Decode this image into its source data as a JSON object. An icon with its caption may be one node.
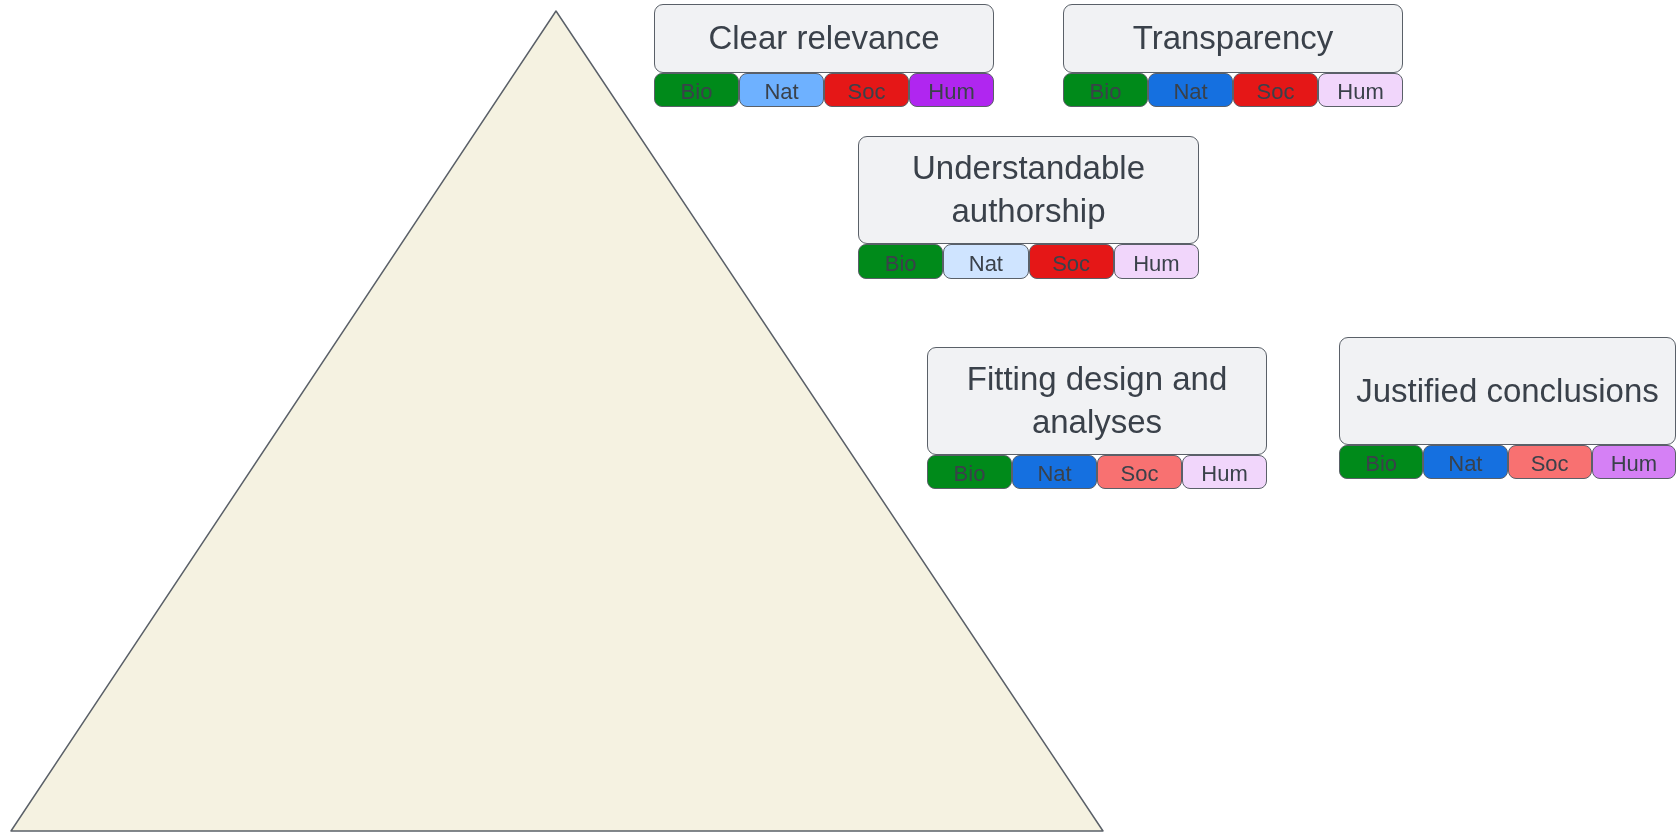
{
  "diagram": {
    "nodes": [
      {
        "text": [
          "Clear relevance"
        ]
      },
      {
        "text": [
          "Bio"
        ]
      },
      {
        "text": [
          "Nat"
        ]
      },
      {
        "text": [
          "Soc"
        ]
      },
      {
        "text": [
          "Hum"
        ]
      },
      {
        "text": [
          "Transparency"
        ]
      },
      {
        "text": [
          "Bio"
        ]
      },
      {
        "text": [
          "Nat"
        ]
      },
      {
        "text": [
          "Soc"
        ]
      },
      {
        "text": [
          "Hum"
        ]
      },
      {
        "text": [
          "Understandable authorship"
        ]
      },
      {
        "text": [
          "Bio"
        ]
      },
      {
        "text": [
          "Nat"
        ]
      },
      {
        "text": [
          "Soc"
        ]
      },
      {
        "text": [
          "Hum"
        ]
      },
      {
        "text": [
          "Fitting design and analyses"
        ]
      },
      {
        "text": [
          "Bio"
        ]
      },
      {
        "text": [
          "Nat"
        ]
      },
      {
        "text": [
          "Soc"
        ]
      },
      {
        "text": [
          "Hum"
        ]
      },
      {
        "text": [
          "Justified conclusions"
        ]
      },
      {
        "text": [
          "Bio"
        ]
      },
      {
        "text": [
          "Nat"
        ]
      },
      {
        "text": [
          "Soc"
        ]
      },
      {
        "text": [
          "Hum"
        ]
      }
    ]
  }
}
